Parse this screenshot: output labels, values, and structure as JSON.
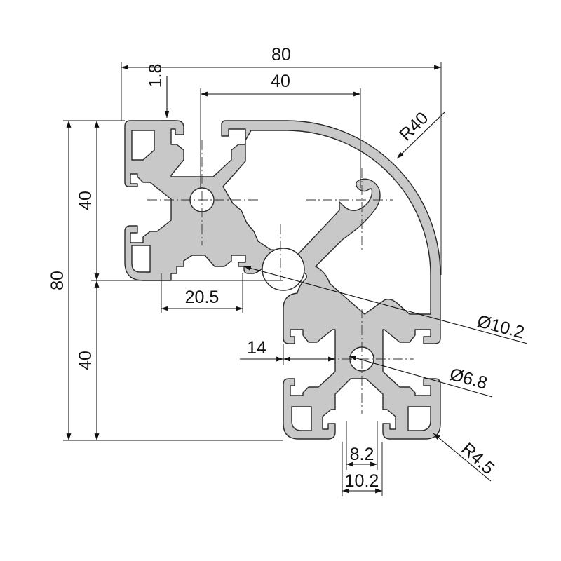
{
  "drawing": {
    "dimensions": {
      "overall_width": "80",
      "center_spacing": "40",
      "lip_thickness": "1.8",
      "radius_outer": "R40",
      "overall_height": "80",
      "height_upper": "40",
      "height_lower": "40",
      "slot_offset": "20.5",
      "center_bore": "Ø10.2",
      "side_offset": "14",
      "core_bore": "Ø6.8",
      "corner_radius": "R4.5",
      "slot_opening": "8.2",
      "slot_width": "10.2"
    },
    "colors": {
      "profile_fill": "#c8c8c8",
      "outline": "#2a2a2a",
      "dimension_lines": "#111111"
    }
  }
}
